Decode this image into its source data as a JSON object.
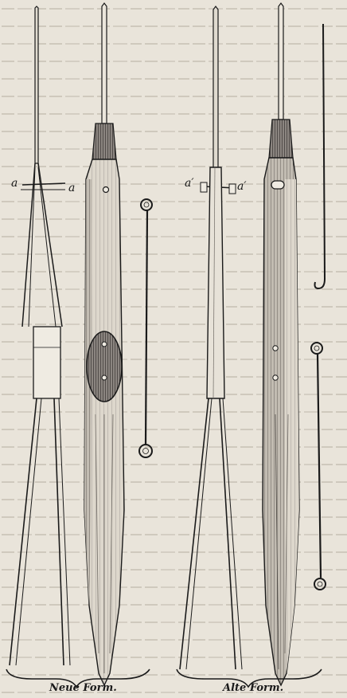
{
  "captions": {
    "new_form": "Neue Form.",
    "old_form": "Alte Form."
  },
  "labels": {
    "a_left": "a",
    "a_right": "a",
    "a_prime_left": "a′",
    "a_prime_right": "a′"
  },
  "colors": {
    "paper": "#e9e4da",
    "ink": "#1a1a1a",
    "mid": "#7a7570",
    "dark": "#3a3633"
  }
}
